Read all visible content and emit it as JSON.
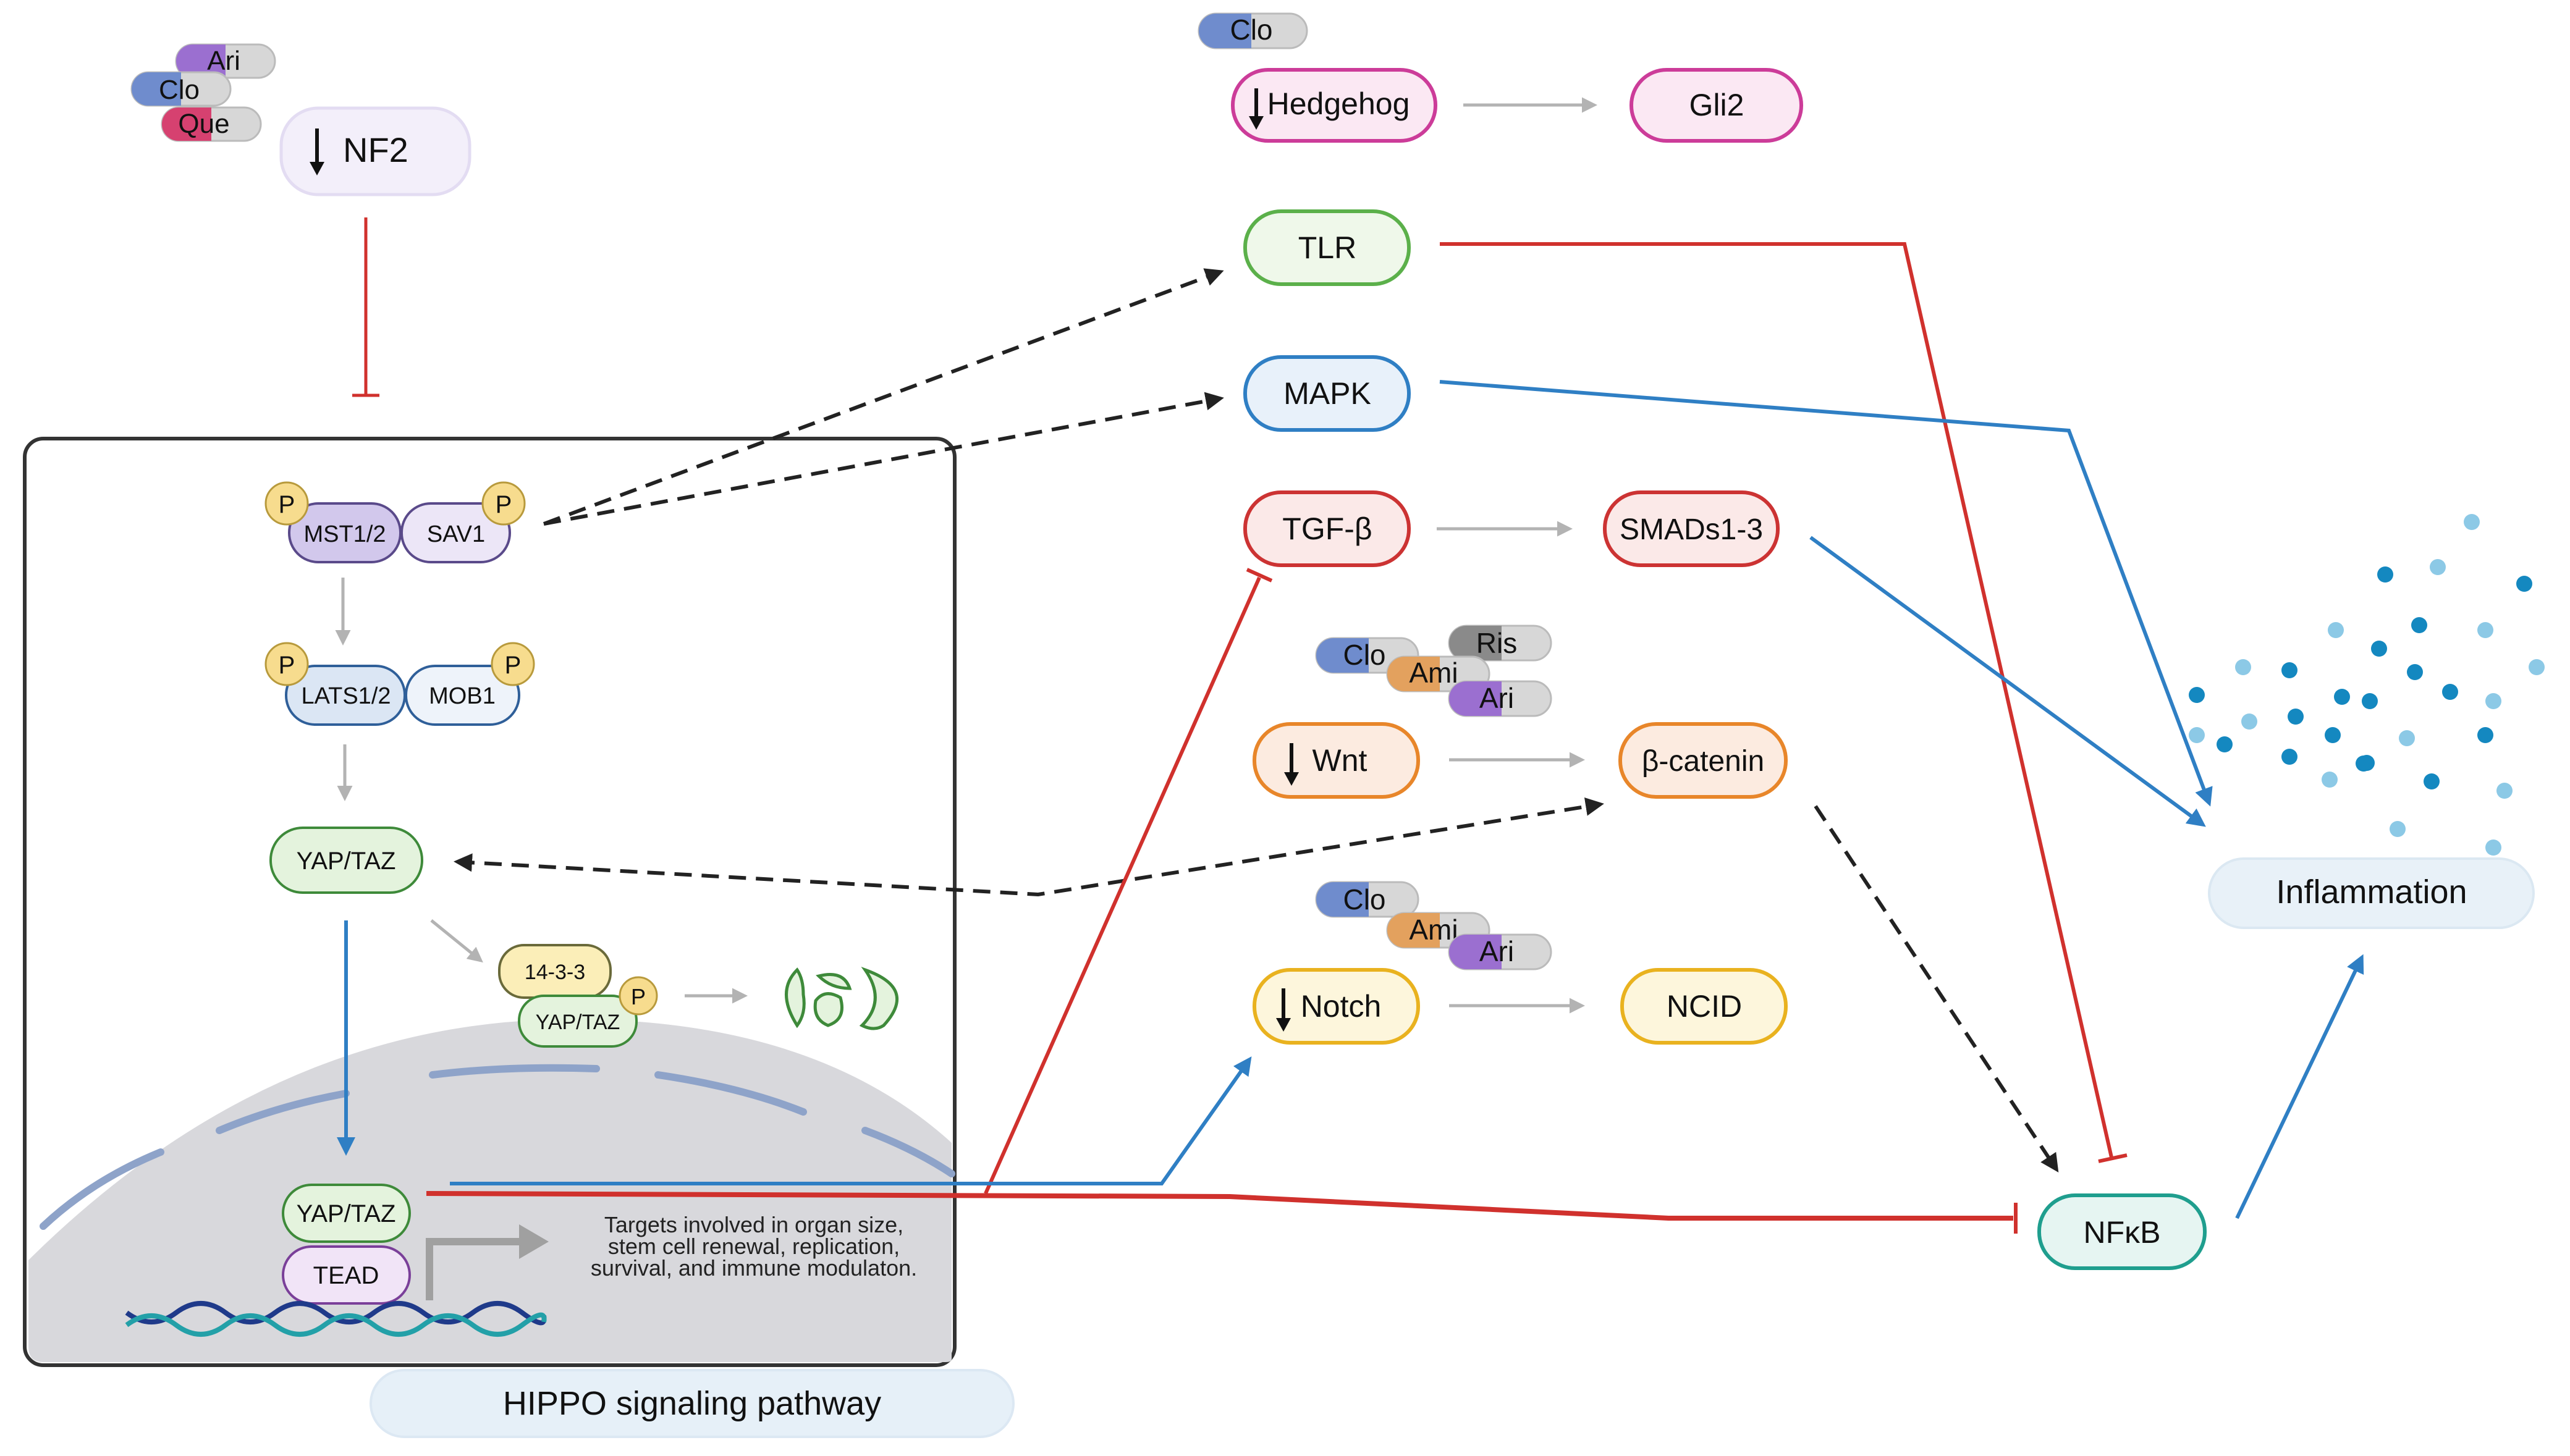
{
  "hippo": {
    "caption": "HIPPO signaling pathway",
    "nf2": "NF2",
    "mst": "MST1/2",
    "sav": "SAV1",
    "lats": "LATS1/2",
    "mob": "MOB1",
    "yap_taz": "YAP/TAZ",
    "p": "P",
    "p1433": "14-3-3",
    "yap_taz_bound": "YAP/TAZ",
    "yap_taz_nuclear": "YAP/TAZ",
    "tead": "TEAD",
    "targets": [
      "Targets involved in organ size,",
      "stem cell renewal, replication,",
      "survival, and immune modulaton."
    ]
  },
  "drugs": {
    "ari": "Ari",
    "clo": "Clo",
    "que": "Que",
    "ris": "Ris",
    "ami": "Ami"
  },
  "pathways": {
    "hedgehog": "Hedgehog",
    "gli2": "Gli2",
    "tlr": "TLR",
    "mapk": "MAPK",
    "tgfb": "TGF-β",
    "smads": "SMADs1-3",
    "wnt": "Wnt",
    "bcatenin": "β-catenin",
    "notch": "Notch",
    "ncid": "NCID",
    "nfkb": "NFκB",
    "inflammation": "Inflammation"
  },
  "colors": {
    "inhibit_red": "#d0312d",
    "activate_blue": "#2f7fc4",
    "indirect_black": "#222222",
    "gray_arrow": "#b3b3b3",
    "hedgehog": "#cc3c99",
    "tlr": "#5bb04a",
    "mapk": "#2f7fc4",
    "tgfb": "#cc3333",
    "wnt": "#e8862a",
    "notch": "#e9b21f",
    "nfkb": "#1f9e8e",
    "cytokine": "#1488c0"
  }
}
